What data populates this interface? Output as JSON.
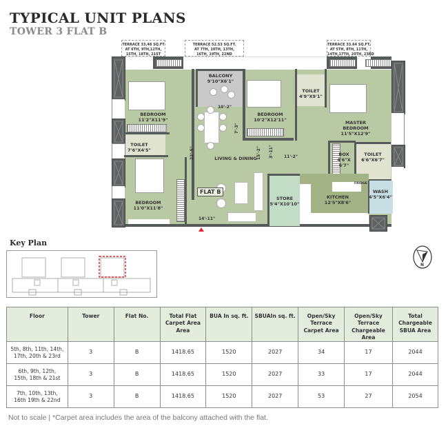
{
  "header": {
    "title": "TYPICAL UNIT PLANS",
    "subtitle": "TOWER 3 FLAT B"
  },
  "floor_plan": {
    "flat_label": "FLAT B",
    "terraces": [
      {
        "line1": "TERRACE  33.48 SQ.FT",
        "line2": "AT 6TH, 9TH,12TH,",
        "line3": "15TH, 18TH, 21ST"
      },
      {
        "line1": "TERRACE 52.53 SQ.FT.",
        "line2": "AT 7TH, 10TH, 13TH,",
        "line3": "16TH, 19TH, 22ND"
      },
      {
        "line1": "TERRACE 33.64 SQ.FT.",
        "line2": "AT 5TH, 8TH, 11TH,",
        "line3": "14TH,17TH, 20TH, 23RD"
      }
    ],
    "rooms": {
      "balcony": {
        "name": "BALCONY",
        "dim": "9'10\"X6'1\""
      },
      "bedroom1": {
        "name": "BEDROOM",
        "dim": "11'2\"X11'9\""
      },
      "bedroom2": {
        "name": "BEDROOM",
        "dim": "10'2\"X12'11\""
      },
      "toilet1": {
        "name": "TOILET",
        "dim": "4'9\"X9'1\""
      },
      "master": {
        "name1": "MASTER",
        "name2": "BEDROOM",
        "dim": "11'5\"X12'9\""
      },
      "toilet2": {
        "name": "TOILET",
        "dim": "7'6\"X4'5\""
      },
      "living": {
        "name": "LIVING & DINING"
      },
      "bedroom3": {
        "name": "BEDROOM",
        "dim": "11'0\"X11'8\""
      },
      "store": {
        "name": "STORE",
        "dim": "5'4\"X10'10\""
      },
      "kitchen": {
        "name": "KITCHEN",
        "dim": "12'5\"X8'6\""
      },
      "box": {
        "name": "BOX",
        "dim1": "4'6\"X",
        "dim2": "6'7\""
      },
      "toilet3": {
        "name": "TOILET",
        "dim": "6'6\"X6'7\""
      },
      "wash": {
        "name": "WASH",
        "dim": "4'5\"X6'4\""
      },
      "fridge": {
        "name": "FRIDGE"
      }
    },
    "dimensions": {
      "d1": "10'-2\"",
      "d2": "7'-3\"",
      "d3": "22'-5\"",
      "d4": "15'-2\"",
      "d5": "3'-11\"",
      "d6": "11'-2\"",
      "d7": "14'-11\""
    }
  },
  "key_plan": {
    "title": "Key Plan",
    "highlight_color": "#e0262b"
  },
  "compass": {
    "label": "N"
  },
  "table": {
    "headers": [
      "Floor",
      "Tower",
      "Flat No.",
      "Total Flat Carpet Area Area",
      "BUA In sq. ft.",
      "SBUAIn sq. ft.",
      "Open/Sky Terrace Carpet Area",
      "Open/Sky Terrace Chargeable Area",
      "Total Chargeable SBUA Area"
    ],
    "rows": [
      {
        "floor1": "5th, 8th, 11th, 14th,",
        "floor2": "17th, 20th & 23rd",
        "tower": "3",
        "flat": "B",
        "carpet": "1418.65",
        "bua": "1520",
        "sbua": "2027",
        "terrace_carpet": "34",
        "terrace_chargeable": "17",
        "total_sbua": "2044"
      },
      {
        "floor1": "6th, 9th, 12th,",
        "floor2": "15th, 18th & 21st",
        "tower": "3",
        "flat": "B",
        "carpet": "1418.65",
        "bua": "1520",
        "sbua": "2027",
        "terrace_carpet": "33",
        "terrace_chargeable": "17",
        "total_sbua": "2044"
      },
      {
        "floor1": "7th, 10th, 13th,",
        "floor2": "16th 19th & 22nd",
        "tower": "3",
        "flat": "B",
        "carpet": "1418.65",
        "bua": "1520",
        "sbua": "2027",
        "terrace_carpet": "53",
        "terrace_chargeable": "27",
        "total_sbua": "2054"
      }
    ]
  },
  "footnote": "Not to scale | *Carpet area includes the area of the balcony attached with the flat.",
  "colors": {
    "room_green": "#b9c9a4",
    "kitchen_green": "#a3b385",
    "store_green": "#c3dcc6",
    "toilet_beige": "#dfe3cf",
    "wash_blue": "#c9dfe6",
    "balcony_grey": "#c9c9c9",
    "wall": "#555a5a",
    "table_header": "#e3ecdd"
  }
}
